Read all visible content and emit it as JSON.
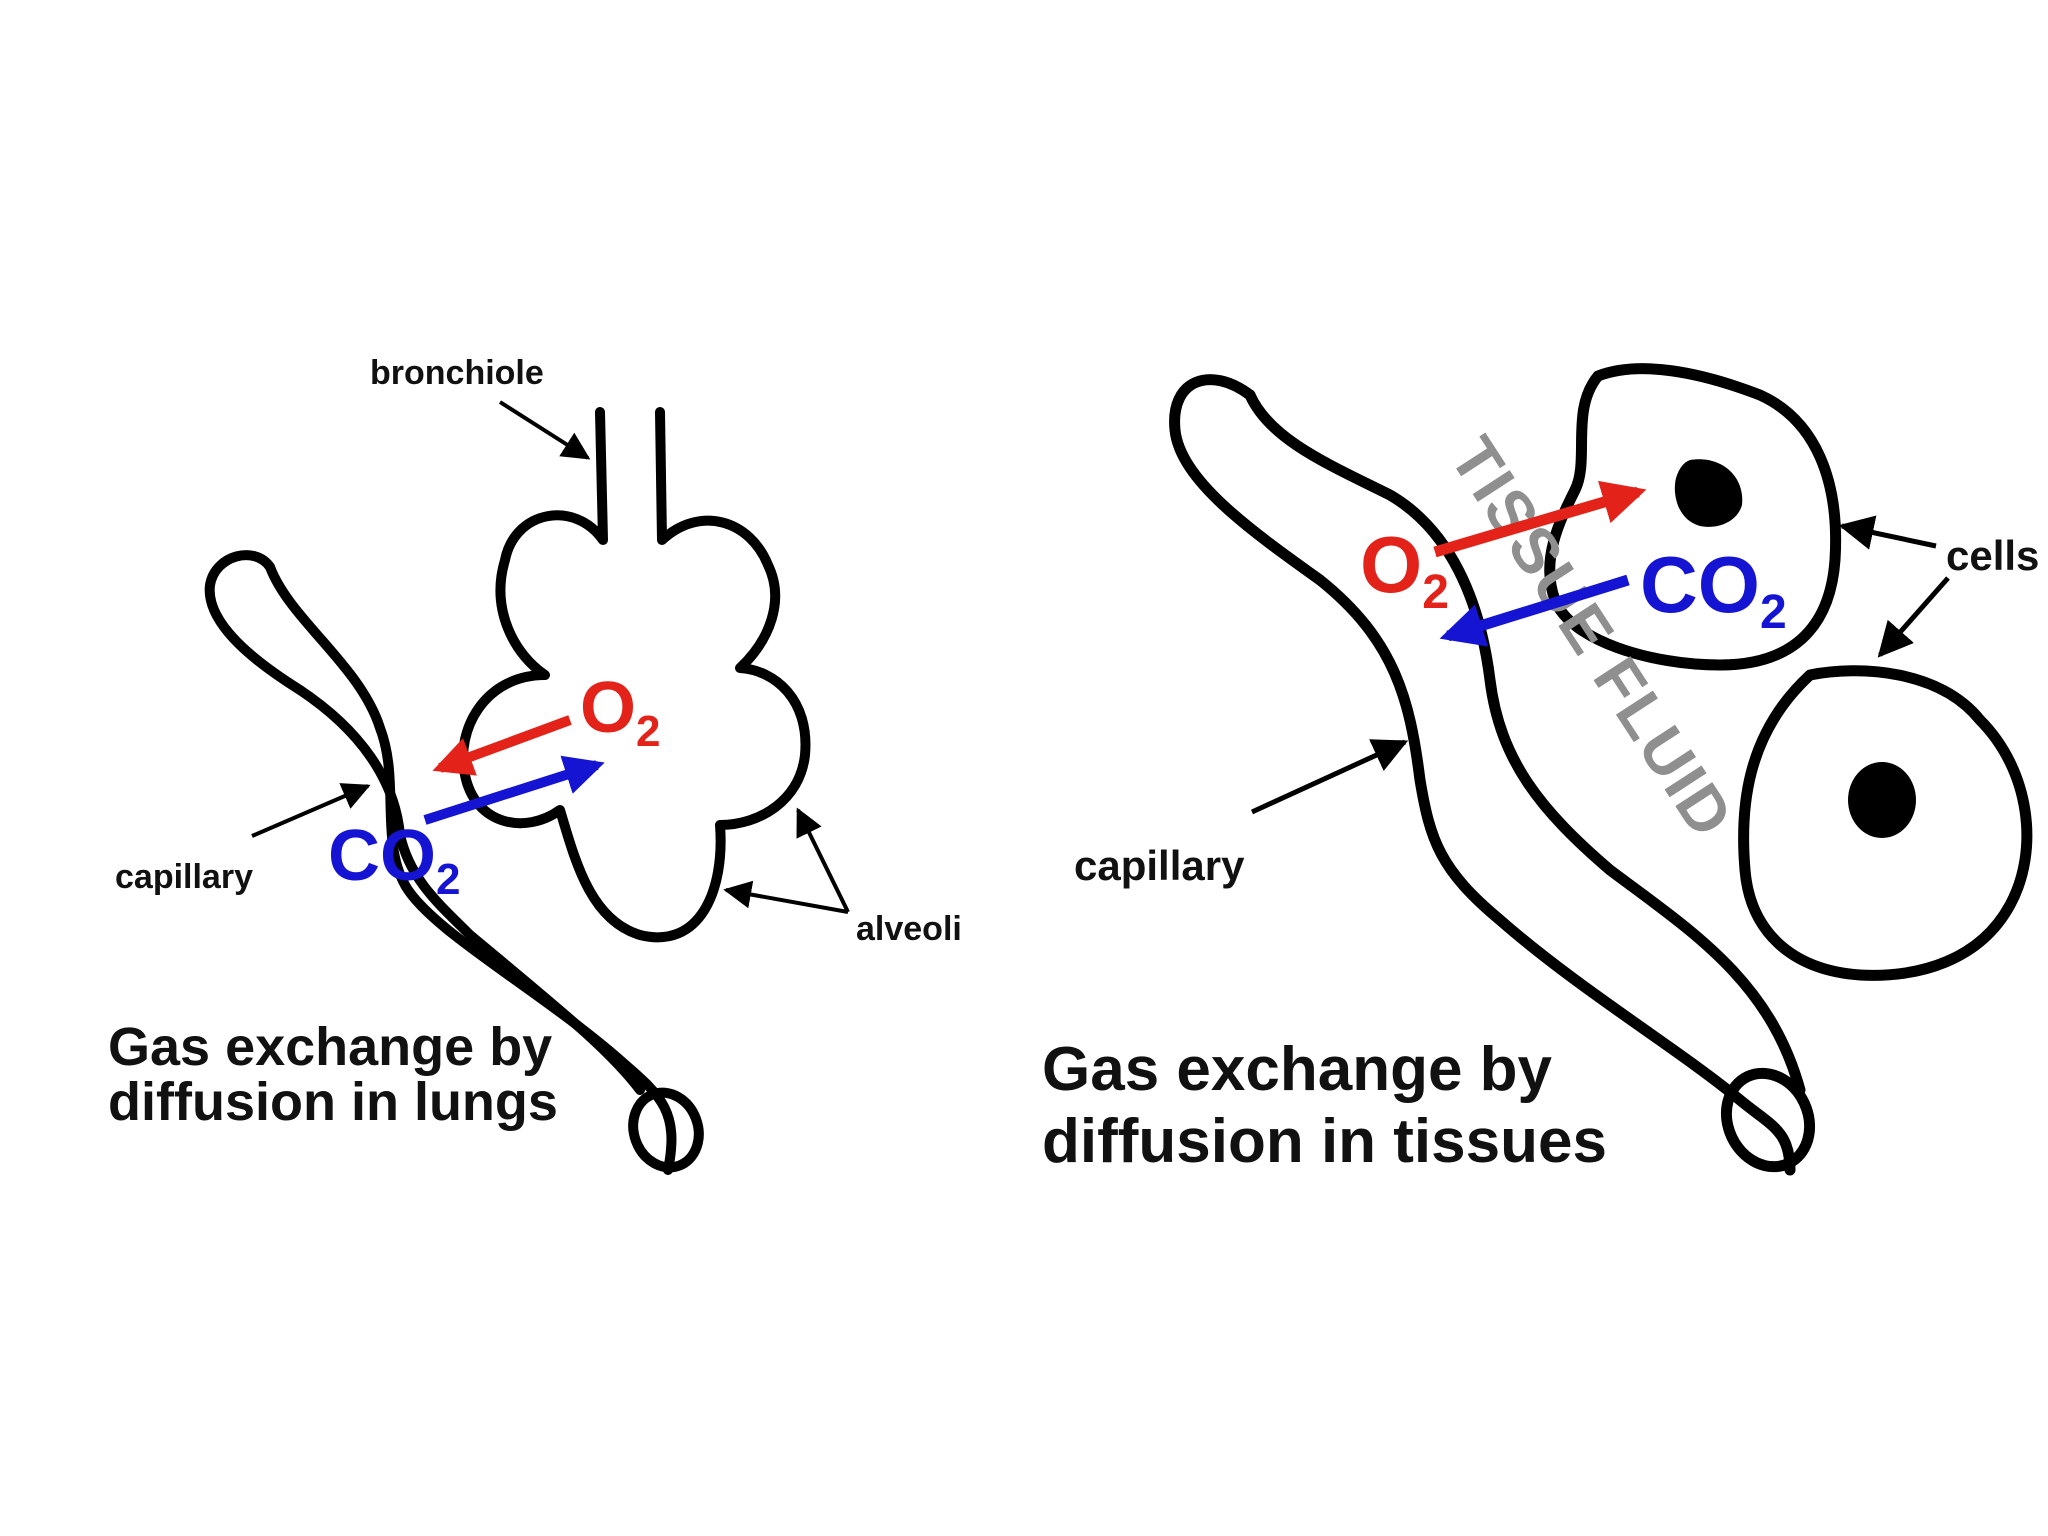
{
  "lungs": {
    "bronchiole_label": "bronchiole",
    "capillary_label": "capillary",
    "alveoli_label": "alveoli",
    "o2": {
      "base": "O",
      "sub": "2"
    },
    "co2": {
      "base": "CO",
      "sub": "2"
    },
    "caption_line1": "Gas exchange by",
    "caption_line2": "diffusion in lungs"
  },
  "tissues": {
    "capillary_label": "capillary",
    "cells_label": "cells",
    "fluid_label": "TISSUE FLUID",
    "o2": {
      "base": "O",
      "sub": "2"
    },
    "co2": {
      "base": "CO",
      "sub": "2"
    },
    "caption_line1": "Gas exchange by",
    "caption_line2": "diffusion in tissues"
  },
  "colors": {
    "oxygen": "#e32219",
    "carbon_dioxide": "#1414d2",
    "fluid": "#8f8f8f",
    "outline": "#000000"
  }
}
